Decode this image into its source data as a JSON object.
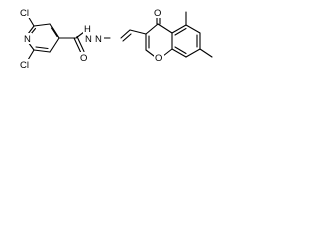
{
  "molecule": {
    "atoms": {
      "cl_top": "Cl",
      "cl_bottom": "Cl",
      "n_pyridine": "N",
      "o_carbonyl": "O",
      "n_amide": "N",
      "h_amide": "H",
      "n_imine": "N",
      "o_ketone": "O",
      "o_ring": "O"
    },
    "colors": {
      "bond": "#000000",
      "label": "#000000",
      "background": "#ffffff"
    }
  }
}
